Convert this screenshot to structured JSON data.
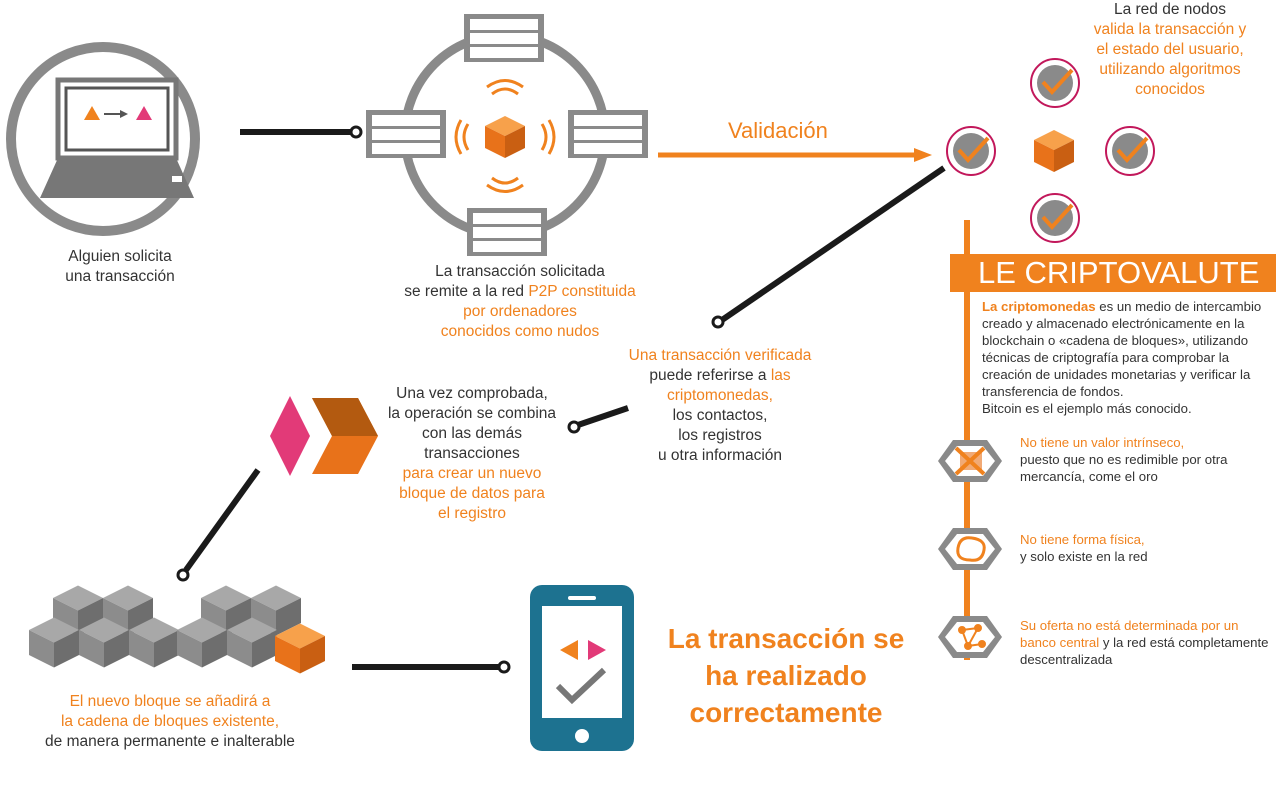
{
  "steps": {
    "request": {
      "lines": [
        "Alguien solicita",
        "una transacción"
      ]
    },
    "p2p": {
      "line1": "La transacción solicitada",
      "line2a": "se remite a la red ",
      "line2b": "P2P constituida",
      "line3": "por ordenadores",
      "line4": "conocidos como nudos"
    },
    "validation_label": "Validación",
    "nodes": {
      "line1": "La red de nodos",
      "line2": "valida la transacción y",
      "line3": "el estado del usuario,",
      "line4": "utilizando algoritmos",
      "line5": "conocidos"
    },
    "verified": {
      "line1": "Una transacción verificada",
      "line2a": "puede referirse a ",
      "line2b": "las",
      "line3": "criptomonedas,",
      "line4": "los contactos,",
      "line5": "los registros",
      "line6": "u otra información"
    },
    "combine": {
      "line1": "Una vez comprobada,",
      "line2": "la operación se combina",
      "line3": "con las demás",
      "line4": "transacciones",
      "line5": "para crear un nuevo",
      "line6": "bloque de datos para",
      "line7": "el registro"
    },
    "chain": {
      "line1": "El nuevo bloque se añadirá a",
      "line2": "la cadena de bloques existente,",
      "line3": "de manera permanente e inalterable"
    },
    "success": "La transacción se ha realizado correctamente"
  },
  "crypto": {
    "title": "LE CRIPTOVALUTE",
    "desc_bold": "La criptomonedas",
    "desc_rest": " es un medio de intercambio creado y almacenado electrónicamente en la blockchain o «cadena de bloques», utilizando técnicas de criptografía para comprobar la creación de unidades monetarias y verificar la transferencia de fondos.",
    "desc_example": "Bitcoin es el ejemplo más conocido.",
    "features": [
      {
        "icon": "no-gold-icon",
        "orange": "No tiene un valor intrínseco,",
        "black": "puesto que no es redimible por otra mercancía, come el oro"
      },
      {
        "icon": "blob-shape-icon",
        "orange": "No tiene forma física,",
        "black": "y solo existe en la red"
      },
      {
        "icon": "network-icon",
        "orange": "Su oferta no está determinada por un banco central",
        "black": " y la red está completamente descentralizada"
      }
    ]
  },
  "colors": {
    "orange": "#f0821e",
    "pink": "#e23a78",
    "gray": "#8a8a8a",
    "teal": "#1d7290",
    "dark": "#1a1a1a"
  }
}
